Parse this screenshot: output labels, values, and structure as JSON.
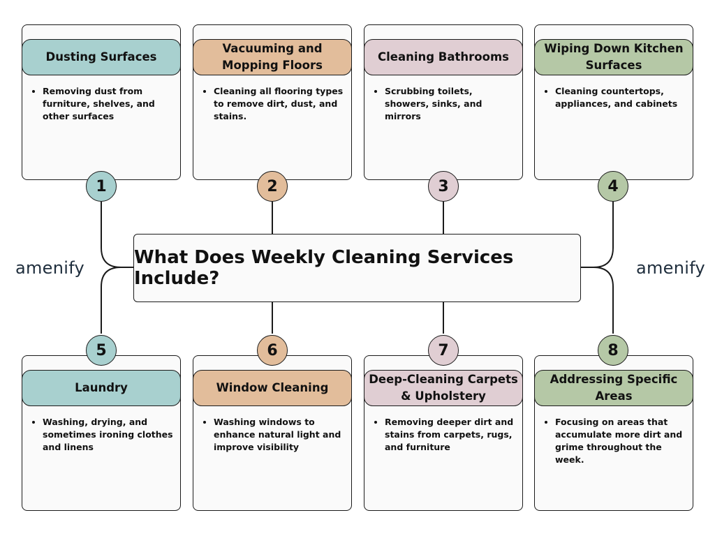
{
  "title": "What Does Weekly Cleaning Services Include?",
  "brand": "amenify",
  "colors": {
    "teal": "#a8d0cf",
    "peach": "#e2bd9b",
    "pink": "#e0ced3",
    "green": "#b5c8a6"
  },
  "items": [
    {
      "number": "1",
      "title": "Dusting Surfaces",
      "desc": " Removing dust from furniture, shelves, and other surfaces"
    },
    {
      "number": "2",
      "title": "Vacuuming and Mopping Floors",
      "desc": " Cleaning all flooring types to remove dirt, dust, and stains."
    },
    {
      "number": "3",
      "title": "Cleaning Bathrooms",
      "desc": "Scrubbing toilets, showers, sinks, and mirrors"
    },
    {
      "number": "4",
      "title": "Wiping Down Kitchen Surfaces",
      "desc": " Cleaning countertops, appliances, and cabinets"
    },
    {
      "number": "5",
      "title": "Laundry",
      "desc": "Washing, drying, and sometimes ironing clothes and linens"
    },
    {
      "number": "6",
      "title": "Window Cleaning",
      "desc": " Washing windows to enhance natural light and improve visibility"
    },
    {
      "number": "7",
      "title": "Deep-Cleaning Carpets & Upholstery",
      "desc": "Removing deeper dirt and stains from carpets, rugs, and furniture"
    },
    {
      "number": "8",
      "title": "Addressing Specific Areas",
      "desc": " Focusing on areas that accumulate more dirt and grime throughout the week."
    }
  ]
}
